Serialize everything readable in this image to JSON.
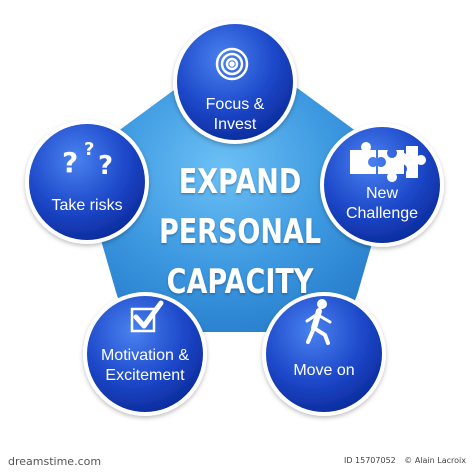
{
  "diagram": {
    "center": {
      "lines": [
        "EXPAND",
        "PERSONAL",
        "CAPACITY"
      ]
    },
    "nodes": [
      {
        "id": "focus",
        "lines": [
          "Focus &",
          "Invest"
        ],
        "icon": "target-icon"
      },
      {
        "id": "new-challenge",
        "lines": [
          "New",
          "Challenge"
        ],
        "icon": "puzzle-pieces-icon"
      },
      {
        "id": "move-on",
        "lines": [
          "Move on"
        ],
        "icon": "walking-person-icon"
      },
      {
        "id": "motivation",
        "lines": [
          "Motivation &",
          "Excitement"
        ],
        "icon": "checkbox-check-icon"
      },
      {
        "id": "take-risks",
        "lines": [
          "Take risks"
        ],
        "icon": "question-marks-icon"
      }
    ],
    "colors": {
      "pentagon": "#3a8fd8",
      "pentagon_light": "#6fb8ee",
      "node_dark": "#0c2fa8",
      "node_light": "#3d6fe8",
      "ring": "#ffffff"
    }
  },
  "footer": {
    "brand": "dreamstime.com",
    "id_text": "ID 15707052",
    "author": "© Alain Lacroix"
  }
}
